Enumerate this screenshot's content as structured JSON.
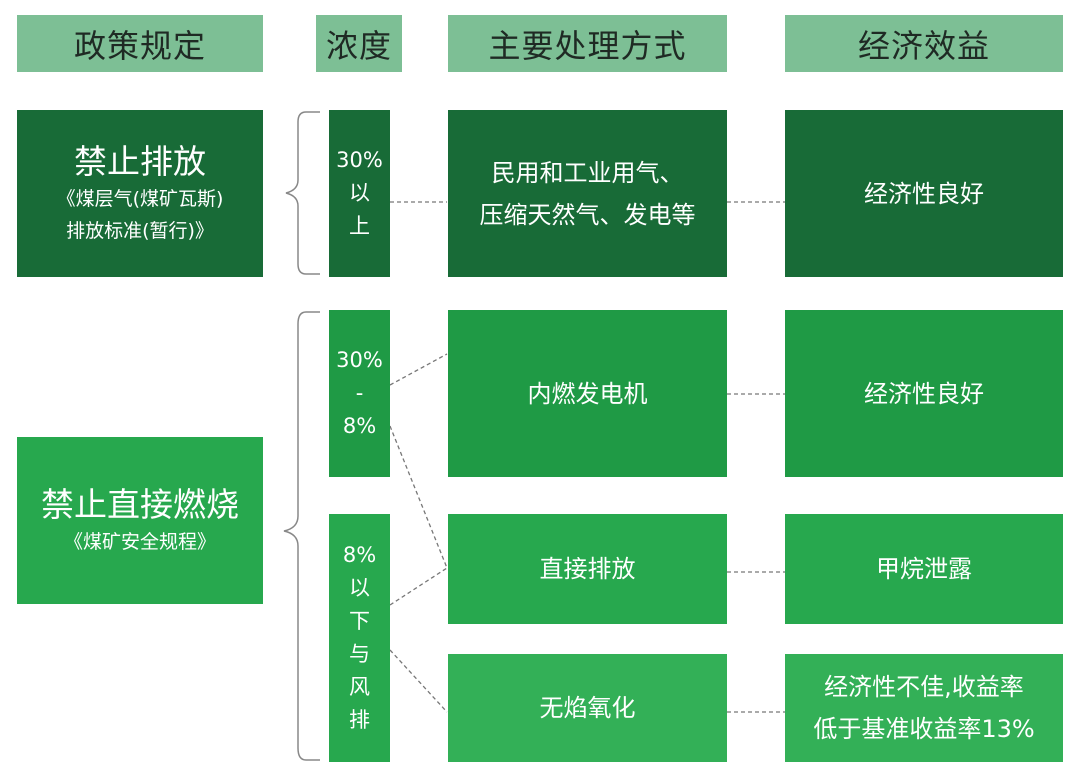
{
  "headers": {
    "policy": "政策规定",
    "concentration": "浓度",
    "treatment": "主要处理方式",
    "economic": "经济效益"
  },
  "policies": [
    {
      "title": "禁止排放",
      "source_line1": "《煤层气(煤矿瓦斯)",
      "source_line2": "排放标准(暂行)》"
    },
    {
      "title": "禁止直接燃烧",
      "source_line1": "《煤矿安全规程》"
    }
  ],
  "concentrations": [
    {
      "lines": [
        "30%",
        "以",
        "上"
      ]
    },
    {
      "lines": [
        "30%",
        "-",
        "8%"
      ]
    },
    {
      "lines": [
        "8%",
        "以",
        "下",
        "与",
        "风",
        "排"
      ]
    }
  ],
  "treatments": [
    {
      "line1": "民用和工业用气、",
      "line2": "压缩天然气、发电等"
    },
    {
      "line1": "内燃发电机"
    },
    {
      "line1": "直接排放"
    },
    {
      "line1": "无焰氧化"
    }
  ],
  "economics": [
    {
      "line1": "经济性良好"
    },
    {
      "line1": "经济性良好"
    },
    {
      "line1": "甲烷泄露"
    },
    {
      "line1": "经济性不佳,收益率",
      "line2": "低于基准收益率13%"
    }
  ],
  "colors": {
    "header_bg": "#7dbf95",
    "dark_green": "#186b37",
    "mid_green": "#1f9a45",
    "light_green": "#27a84e",
    "lighter_green": "#33b057",
    "connector": "#777777"
  }
}
